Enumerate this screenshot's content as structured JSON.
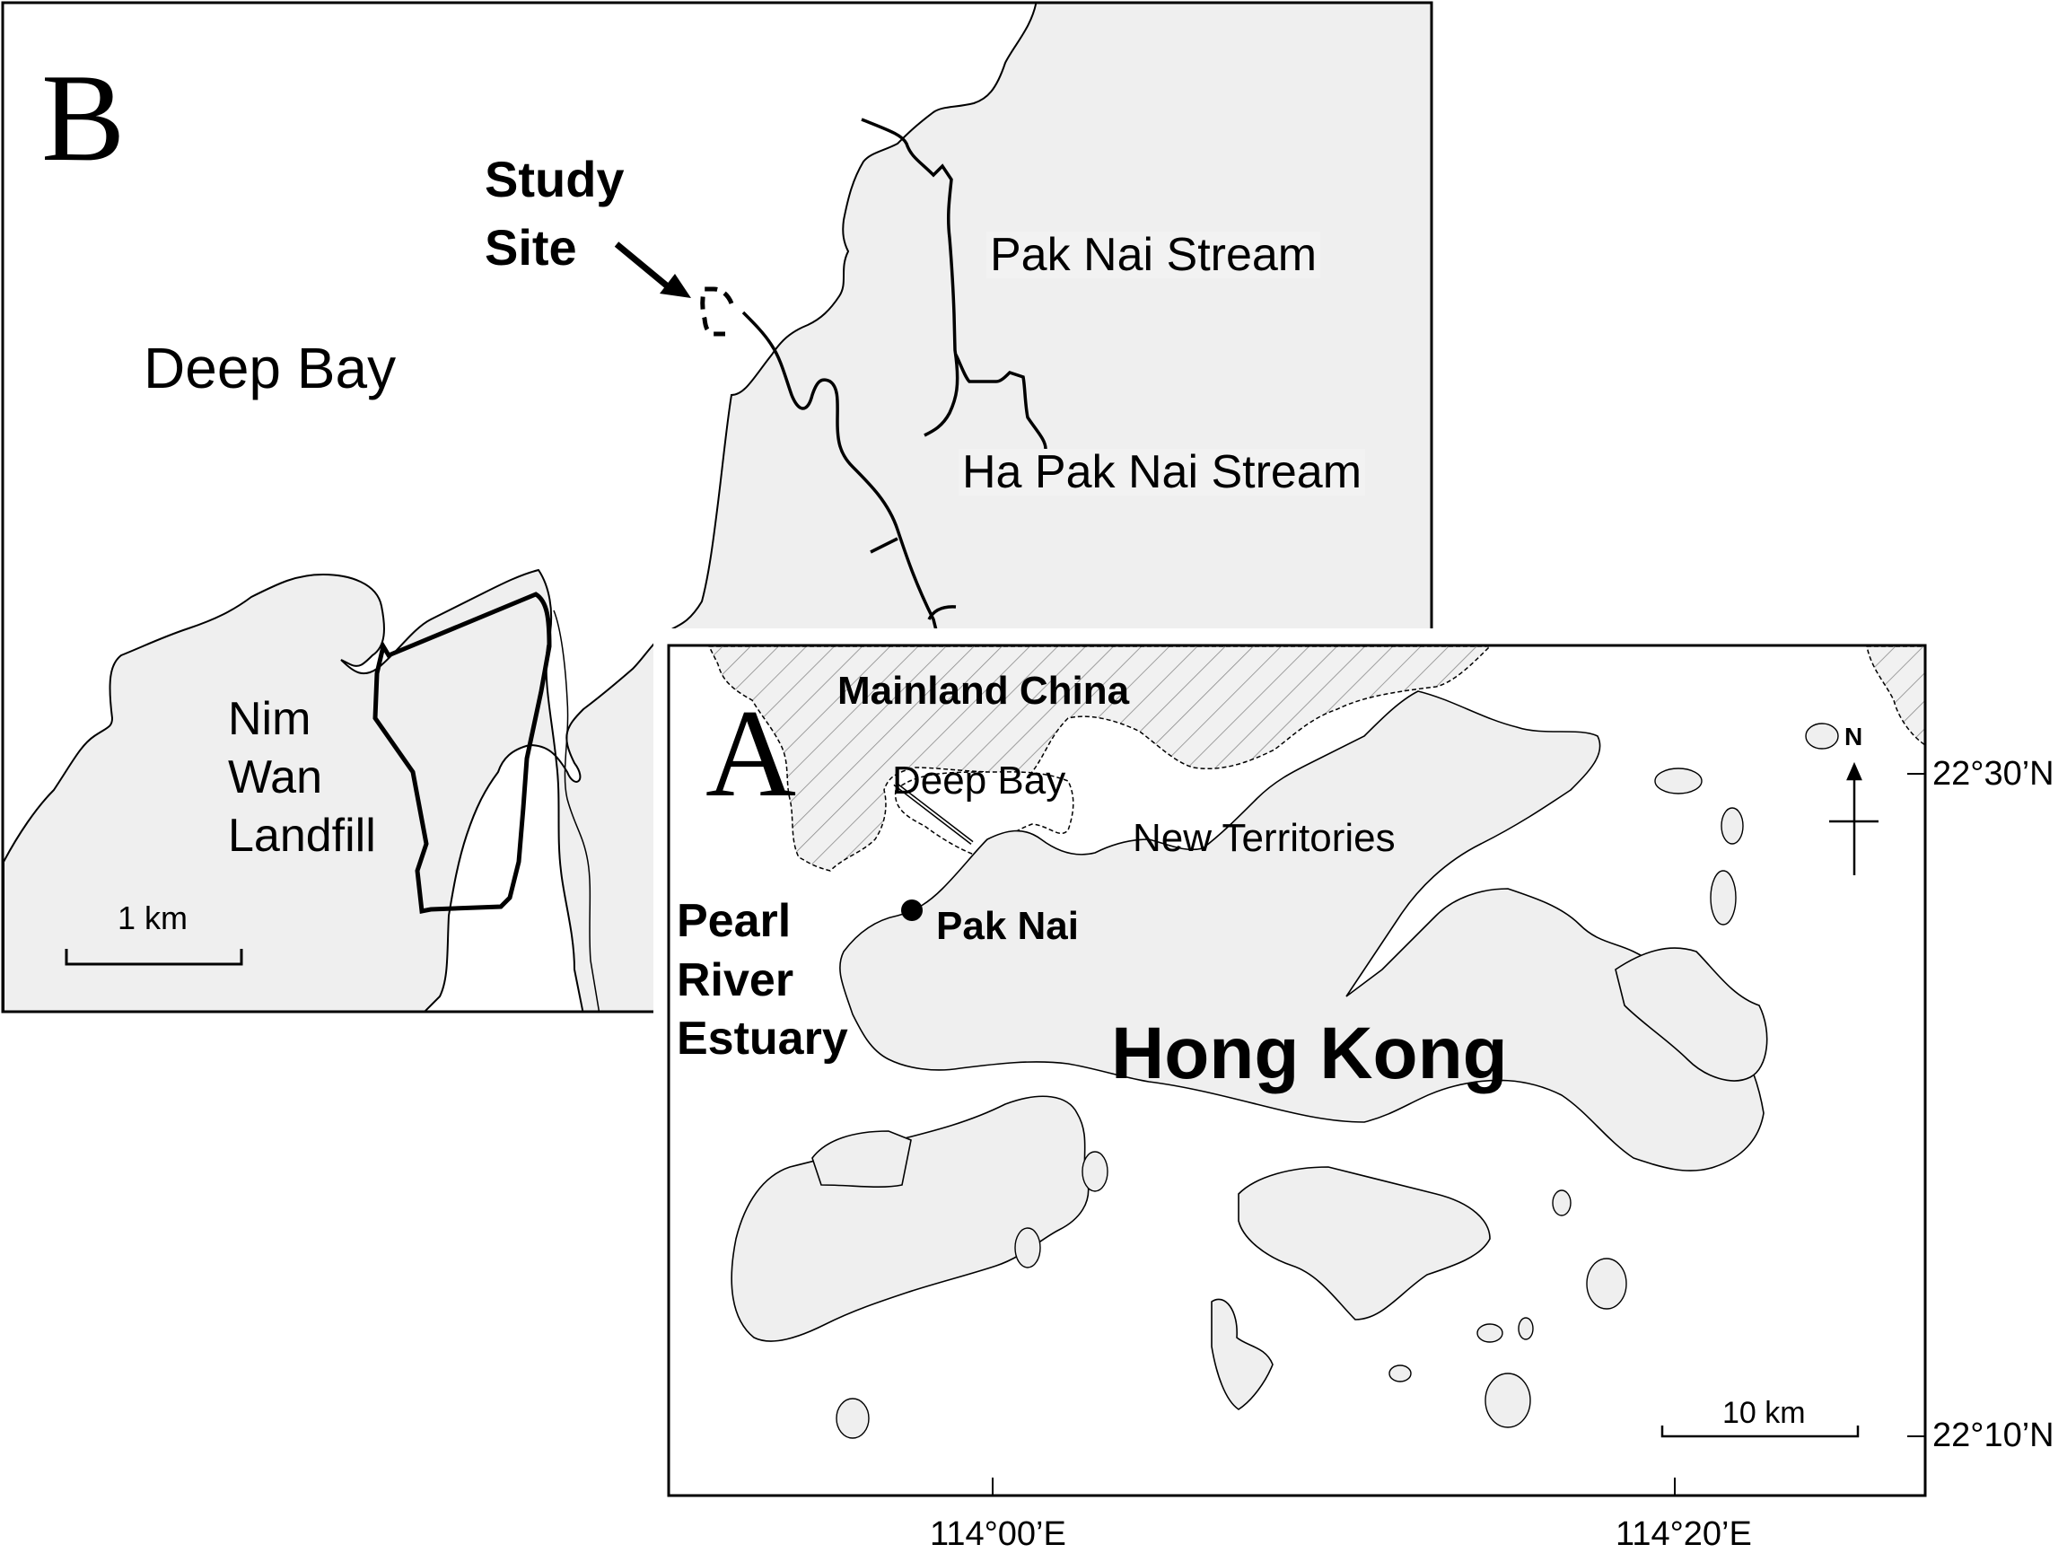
{
  "figure": {
    "panels": [
      {
        "id": "B",
        "panel_letter": "B",
        "labels": {
          "study_site_line1": "Study",
          "study_site_line2": "Site",
          "deep_bay": "Deep Bay",
          "pak_nai_stream": "Pak Nai Stream",
          "ha_pak_nai_stream": "Ha Pak Nai Stream",
          "landfill_line1": "Nim",
          "landfill_line2": "Wan",
          "landfill_line3": "Landfill"
        },
        "scale_bar": {
          "label": "1 km"
        }
      },
      {
        "id": "A",
        "panel_letter": "A",
        "labels": {
          "mainland_china": "Mainland China",
          "deep_bay": "Deep Bay",
          "new_territories": "New Territories",
          "pak_nai": "Pak Nai",
          "pearl_line1": "Pearl",
          "pearl_line2": "River",
          "pearl_line3": "Estuary",
          "hong_kong": "Hong Kong"
        },
        "north_arrow": {
          "label": "N"
        },
        "scale_bar": {
          "label": "10 km"
        },
        "axes": {
          "lat_ticks": [
            "22°30’N",
            "22°10’N"
          ],
          "lon_ticks": [
            "114°00’E",
            "114°20’E"
          ]
        }
      }
    ],
    "colors": {
      "land_fill": "#efefef",
      "water": "#ffffff",
      "outline": "#000000",
      "hatch": "#888888"
    }
  }
}
